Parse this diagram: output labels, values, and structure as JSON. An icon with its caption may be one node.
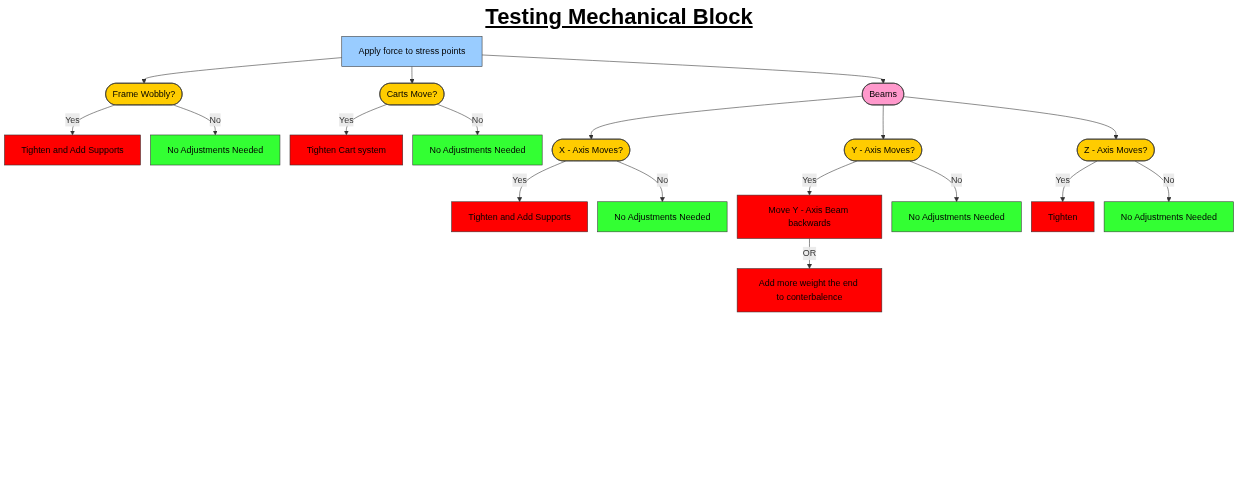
{
  "diagram": {
    "title": "Testing Mechanical Block",
    "nodes": [
      {
        "text": [
          "Apply force to stress points"
        ]
      },
      {
        "text": [
          "Frame Wobbly?"
        ]
      },
      {
        "text": [
          "Carts Move?"
        ]
      },
      {
        "text": [
          "Beams"
        ]
      },
      {
        "text": [
          "Tighten and Add Supports"
        ]
      },
      {
        "text": [
          "No Adjustments Needed"
        ]
      },
      {
        "text": [
          "Tighten Cart system"
        ]
      },
      {
        "text": [
          "No Adjustments Needed"
        ]
      },
      {
        "text": [
          "X - Axis Moves?"
        ]
      },
      {
        "text": [
          "Y - Axis Moves?"
        ]
      },
      {
        "text": [
          "Z - Axis Moves?"
        ]
      },
      {
        "text": [
          "Tighten and Add Supports"
        ]
      },
      {
        "text": [
          "Move Y - Axis Beam backwards"
        ]
      },
      {
        "text": [
          "Tighten"
        ]
      },
      {
        "text": [
          "No Adjustments Needed"
        ]
      },
      {
        "text": [
          "Add more weight the end to conterbalence"
        ]
      },
      {
        "text": [
          "No Adjustments Needed"
        ]
      },
      {
        "text": [
          "No Adjustments Needed"
        ]
      }
    ],
    "edges": [
      {
        "from": 0,
        "to": 1,
        "arrow": "to"
      },
      {
        "from": 0,
        "to": 2,
        "arrow": "to"
      },
      {
        "from": 0,
        "to": 3,
        "arrow": "to"
      },
      {
        "from": 1,
        "to": 4,
        "label": "Yes",
        "arrow": "to"
      },
      {
        "from": 1,
        "to": 5,
        "label": "No",
        "arrow": "to"
      },
      {
        "from": 2,
        "to": 6,
        "label": "Yes",
        "arrow": "to"
      },
      {
        "from": 2,
        "to": 7,
        "label": "No",
        "arrow": "to"
      },
      {
        "from": 3,
        "to": 8,
        "arrow": "to"
      },
      {
        "from": 3,
        "to": 9,
        "arrow": "to"
      },
      {
        "from": 3,
        "to": 10,
        "arrow": "to"
      },
      {
        "from": 8,
        "to": 11,
        "label": "Yes",
        "arrow": "to"
      },
      {
        "from": 8,
        "to": 14,
        "label": "No",
        "arrow": "to"
      },
      {
        "from": 9,
        "to": 12,
        "label": "Yes",
        "arrow": "to"
      },
      {
        "from": 9,
        "to": 17,
        "label": "No",
        "arrow": "to"
      },
      {
        "from": 10,
        "to": 13,
        "label": "Yes",
        "arrow": "to"
      },
      {
        "from": 10,
        "to": 16,
        "label": "No",
        "arrow": "to"
      },
      {
        "from": 12,
        "to": 15,
        "label": "OR",
        "arrow": "to"
      }
    ]
  }
}
